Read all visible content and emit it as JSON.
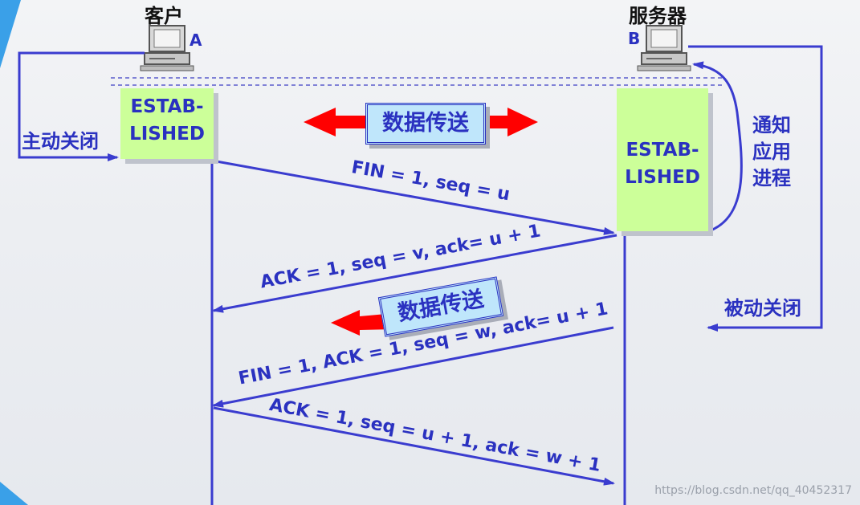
{
  "nodes": {
    "client": {
      "name": "客户",
      "letter": "A",
      "state": [
        "ESTAB-",
        "LISHED"
      ]
    },
    "server": {
      "name": "服务器",
      "letter": "B",
      "state": [
        "ESTAB-",
        "LISHED"
      ]
    }
  },
  "side_labels": {
    "active_close": "主动关闭",
    "notify_app": [
      "通知",
      "应用",
      "进程"
    ],
    "passive_close": "被动关闭"
  },
  "data_transfer_label": "数据传送",
  "messages": [
    {
      "id": "fin1",
      "text": "FIN = 1, seq = u"
    },
    {
      "id": "ack1",
      "text": "ACK = 1, seq = v, ack= u + 1"
    },
    {
      "id": "fin2",
      "text": "FIN = 1, ACK = 1, seq = w, ack= u + 1"
    },
    {
      "id": "ack2",
      "text": "ACK = 1, seq = u + 1, ack = w + 1"
    }
  ],
  "watermark": "https://blog.csdn.net/qq_40452317",
  "colors": {
    "line": "#3a3ccf",
    "arrow_red": "#ff0000",
    "state_bg": "#ccff99",
    "data_bg": "#bfe6fb"
  },
  "icons": [
    "computer-icon",
    "red-double-arrow",
    "red-left-arrow"
  ]
}
